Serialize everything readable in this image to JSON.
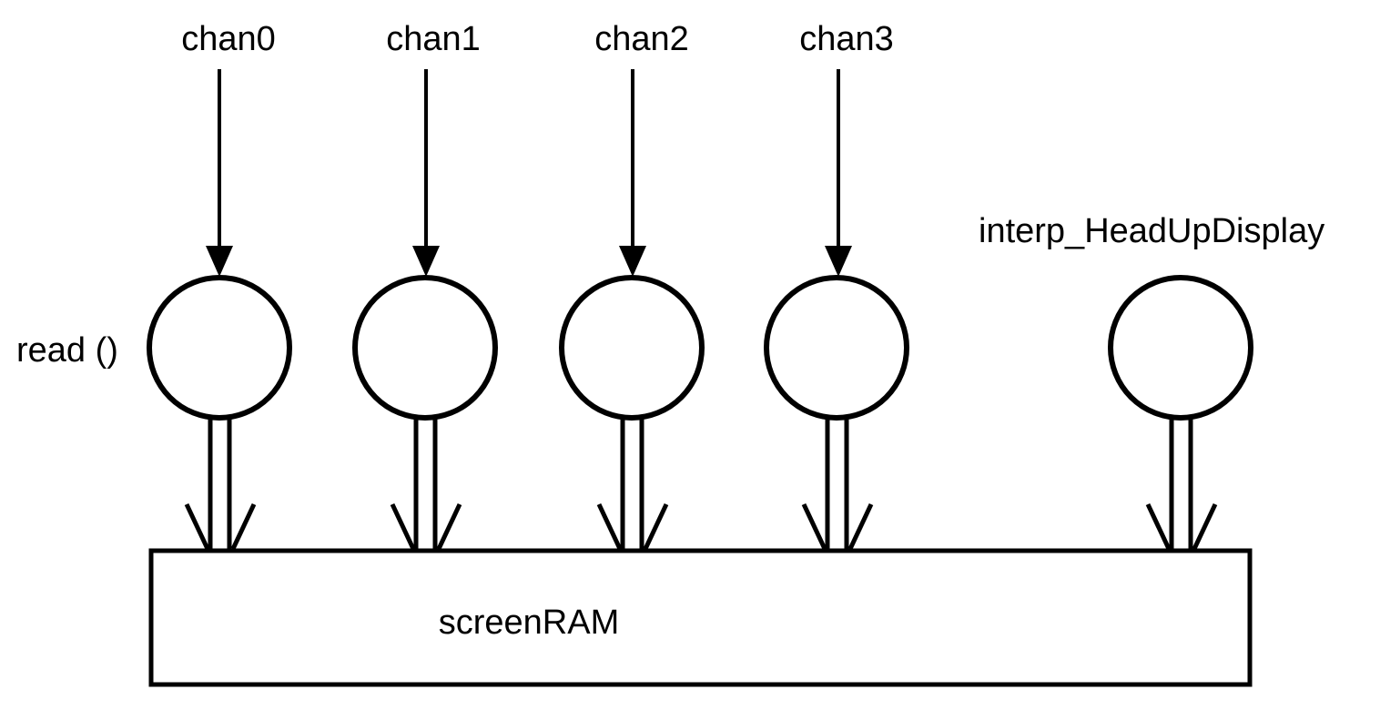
{
  "diagram": {
    "channels": [
      "chan0",
      "chan1",
      "chan2",
      "chan3"
    ],
    "process_label": "read ()",
    "interpreter_label": "interp_HeadUpDisplay",
    "memory_label": "screenRAM"
  },
  "colors": {
    "ink": "#000000",
    "background": "#ffffff"
  }
}
